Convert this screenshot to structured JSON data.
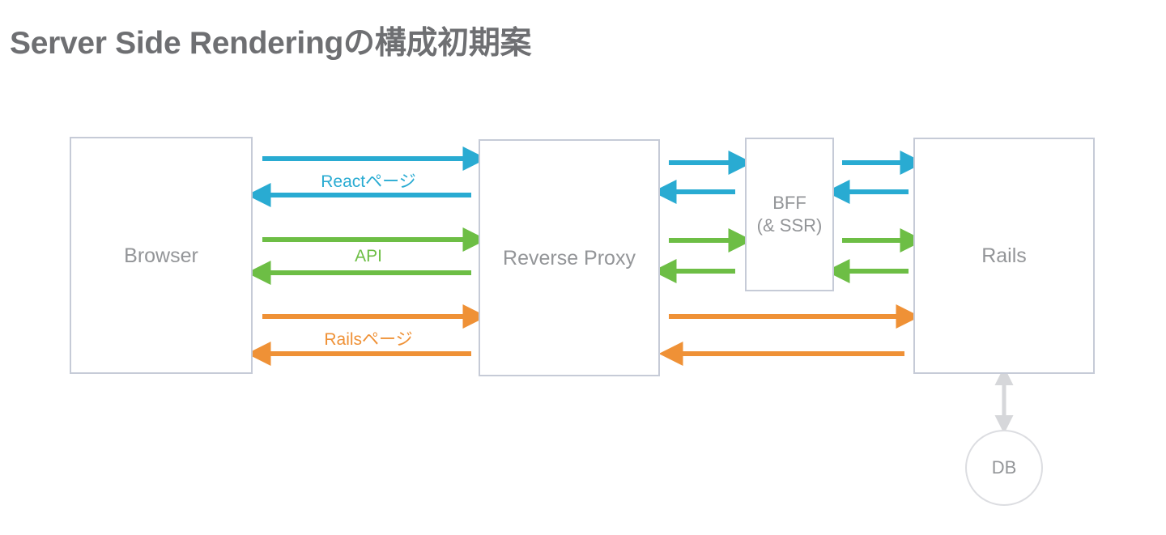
{
  "slide": {
    "title": "Server Side Renderingの構成初期案",
    "background_color": "#ffffff",
    "title_color": "#6e6f72"
  },
  "palette": {
    "blue": "#29abd2",
    "green": "#6dbe45",
    "orange": "#ef9136",
    "box_border": "#c6cbd7",
    "db_border": "#dcdde1",
    "node_text": "#939598",
    "db_arrow": "#d6d7da"
  },
  "nodes": [
    {
      "id": "browser",
      "label": "Browser"
    },
    {
      "id": "reverse-proxy",
      "label": "Reverse Proxy"
    },
    {
      "id": "bff",
      "label": "BFF",
      "sublabel": "(& SSR)"
    },
    {
      "id": "rails",
      "label": "Rails"
    },
    {
      "id": "db",
      "label": "DB"
    }
  ],
  "flows": [
    {
      "id": "react-page",
      "label": "Reactページ",
      "color": "#29abd2",
      "from": "browser",
      "to": "rails",
      "via": [
        "reverse-proxy",
        "bff"
      ]
    },
    {
      "id": "api",
      "label": "API",
      "color": "#6dbe45",
      "from": "browser",
      "to": "rails",
      "via": [
        "reverse-proxy",
        "bff"
      ]
    },
    {
      "id": "rails-page",
      "label": "Railsページ",
      "color": "#ef9136",
      "from": "browser",
      "to": "rails",
      "via": [
        "reverse-proxy"
      ]
    }
  ],
  "connections": [
    {
      "id": "rails-db",
      "from": "rails",
      "to": "db",
      "direction": "bidirectional",
      "color": "#d6d7da"
    }
  ]
}
